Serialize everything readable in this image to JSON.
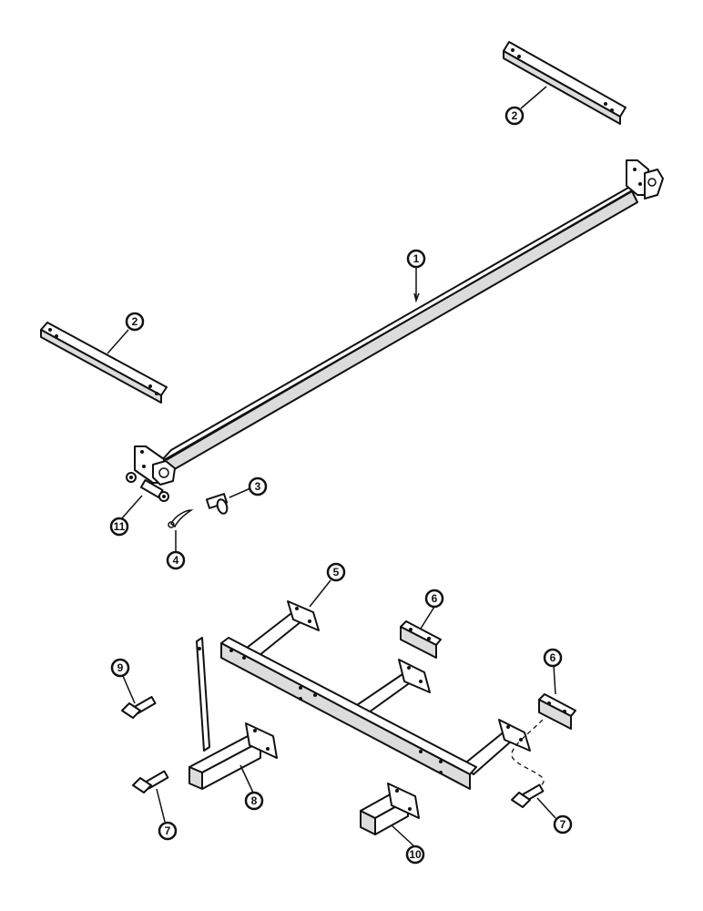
{
  "callouts": {
    "c1": "1",
    "c2a": "2",
    "c2b": "2",
    "c3": "3",
    "c4": "4",
    "c5": "5",
    "c6a": "6",
    "c6b": "6",
    "c7a": "7",
    "c7b": "7",
    "c8": "8",
    "c9": "9",
    "c10": "10",
    "c11": "11"
  }
}
